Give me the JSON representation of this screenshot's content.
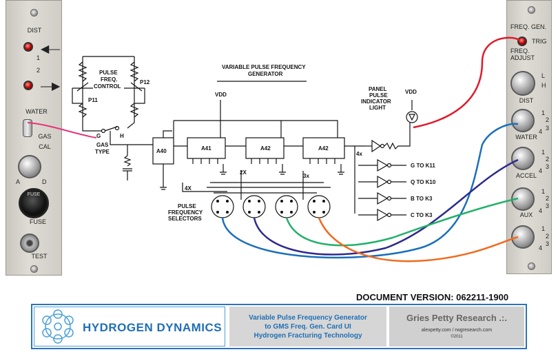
{
  "left_panel": {
    "labels": {
      "dist": "DIST",
      "led1": "1",
      "led2": "2",
      "water": "WATER",
      "gas": "GAS",
      "cal": "CAL",
      "a": "A",
      "d": "D",
      "fuse_label": "FUSE",
      "fuse_cap": "FUSE",
      "test": "TEST"
    }
  },
  "right_panel": {
    "labels": {
      "freq_gen": "FREQ. GEN.",
      "trig": "TRIG",
      "freq_adjust": "FREQ. ADJUST",
      "l": "L",
      "h": "H",
      "dist": "DIST",
      "water": "WATER",
      "accel": "ACCEL",
      "aux": "AUX",
      "n1": "1",
      "n2": "2",
      "n3": "3",
      "n4": "4"
    }
  },
  "diagram": {
    "title_line1": "VARIABLE PULSE FREQUENCY",
    "title_line2": "GENERATOR",
    "control_line1": "PULSE",
    "control_line2": "FREQ.",
    "control_line3": "CONTROL",
    "p11": "P11",
    "p12": "P12",
    "g": "G",
    "h": "H",
    "gas_type_line1": "GAS",
    "gas_type_line2": "TYPE",
    "vdd": "VDD",
    "a40": "A40",
    "a41": "A41",
    "a42a": "A42",
    "a42b": "A42",
    "m2x": "2X",
    "m3x": "3x",
    "m4x_left": "4X",
    "m4x_right": "4x",
    "panel_line1": "PANEL",
    "panel_line2": "PULSE",
    "panel_line3": "INDICATOR",
    "panel_line4": "LIGHT",
    "out_g": "G TO K11",
    "out_q": "Q TO K10",
    "out_b": "B TO K3",
    "out_c": "C TO K3",
    "sel_line1": "PULSE",
    "sel_line2": "FREQUENCY",
    "sel_line3": "SELECTORS"
  },
  "document_version": "DOCUMENT VERSION: 062211-1900",
  "footer": {
    "company": "HYDROGEN DYNAMICS",
    "title_line1": "Variable Pulse Frequency Generator",
    "title_line2": "to GMS Freq. Gen. Card UI",
    "title_line3": "Hydrogen Fracturing Technology",
    "credit_name": "Gries Petty Research .:.",
    "credit_sites": "alexpetty.com / rwgresearch.com",
    "credit_year": "©2011"
  },
  "colors": {
    "wire_red": "#e0192a",
    "wire_pink": "#e8337a",
    "wire_blue": "#1a6fb8",
    "wire_indigo": "#2e2a8c",
    "wire_green": "#22b06a",
    "wire_orange": "#f06a1e",
    "brand_blue": "#1f6fb5"
  }
}
